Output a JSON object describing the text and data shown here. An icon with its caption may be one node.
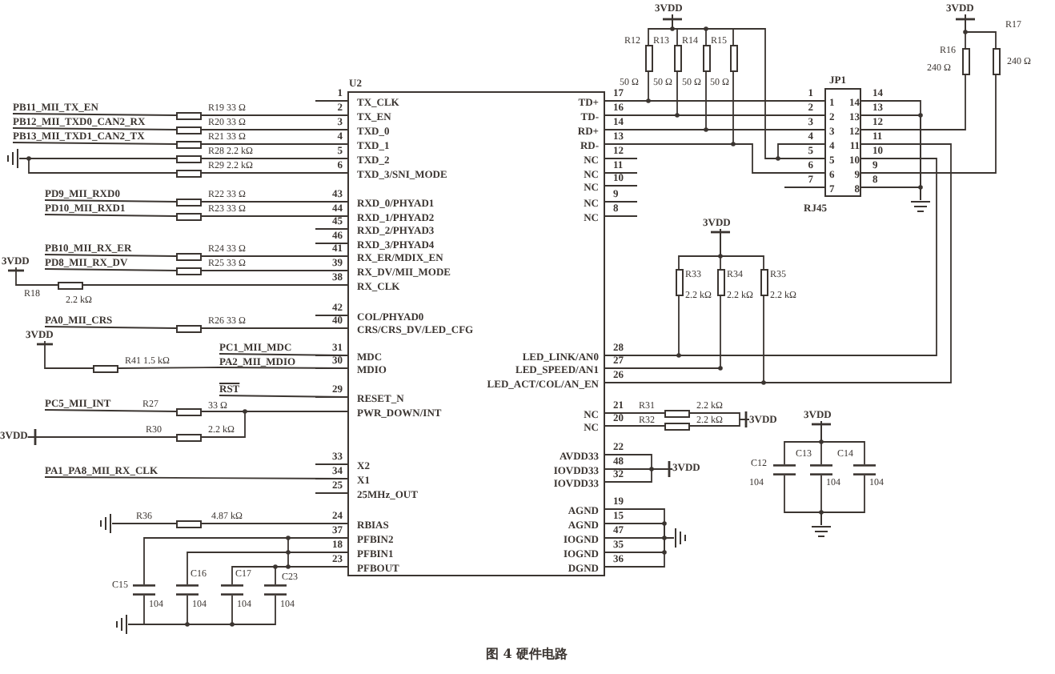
{
  "diagram": {
    "caption": "图 4 硬件电路",
    "nodes": [
      {
        "text": [
          "U2",
          "TX_CLK",
          "TX_EN",
          "TXD_0",
          "TXD_1",
          "TXD_2",
          "TXD_3/SNI_MODE",
          "RXD_0/PHYAD1",
          "RXD_1/PHYAD2",
          "RXD_2/PHYAD3",
          "RXD_3/PHYAD4",
          "RX_ER/MDIX_EN",
          "RX_DV/MII_MODE",
          "RX_CLK",
          "COL/PHYAD0",
          "CRS/CRS_DV/LED_CFG",
          "MDC",
          "MDIO",
          "RESET_N",
          "PWR_DOWN/INT",
          "X2",
          "X1",
          "25MHz_OUT",
          "RBIAS",
          "PFBIN2",
          "PFBIN1",
          "PFBOUT",
          "TD+",
          "TD-",
          "RD+",
          "RD-",
          "NC",
          "NC",
          "NC",
          "NC",
          "NC",
          "LED_LINK/AN0",
          "LED_SPEED/AN1",
          "LED_ACT/COL/AN_EN",
          "NC",
          "NC",
          "AVDD33",
          "IOVDD33",
          "IOVDD33",
          "AGND",
          "AGND",
          "IOGND",
          "IOGND",
          "DGND"
        ]
      },
      {
        "text": [
          "JP1",
          "1",
          "2",
          "3",
          "4",
          "5",
          "6",
          "7",
          "14",
          "13",
          "12",
          "11",
          "10",
          "9",
          "8",
          "RJ45"
        ]
      },
      {
        "text": [
          "PB11_MII_TX_EN"
        ]
      },
      {
        "text": [
          "PB12_MII_TXD0_CAN2_RX"
        ]
      },
      {
        "text": [
          "PB13_MII_TXD1_CAN2_TX"
        ]
      },
      {
        "text": [
          "PD9_MII_RXD0"
        ]
      },
      {
        "text": [
          "PD10_MII_RXD1"
        ]
      },
      {
        "text": [
          "PB10_MII_RX_ER"
        ]
      },
      {
        "text": [
          "PD8_MII_RX_DV"
        ]
      },
      {
        "text": [
          "PA0_MII_CRS"
        ]
      },
      {
        "text": [
          "PC1_MII_MDC"
        ]
      },
      {
        "text": [
          "PA2_MII_MDIO"
        ]
      },
      {
        "text": [
          "RST"
        ]
      },
      {
        "text": [
          "PC5_MII_INT"
        ]
      },
      {
        "text": [
          "PA1_PA8_MII_RX_CLK"
        ]
      },
      {
        "text": [
          "3VDD"
        ]
      },
      {
        "text": [
          "3VDD"
        ]
      },
      {
        "text": [
          "3VDD"
        ]
      },
      {
        "text": [
          "3VDD"
        ]
      },
      {
        "text": [
          "3VDD"
        ]
      },
      {
        "text": [
          "3VDD"
        ]
      },
      {
        "text": [
          "3VDD"
        ]
      },
      {
        "text": [
          "3VDD"
        ]
      },
      {
        "text": [
          "3VDD"
        ]
      },
      {
        "text": [],
        "shape": "resistor",
        "beside": [
          "R19 33 Ω"
        ]
      },
      {
        "text": [],
        "shape": "resistor",
        "beside": [
          "R20 33 Ω"
        ]
      },
      {
        "text": [],
        "shape": "resistor",
        "beside": [
          "R21 33 Ω"
        ]
      },
      {
        "text": [],
        "shape": "resistor",
        "beside": [
          "R28 2.2 kΩ"
        ]
      },
      {
        "text": [],
        "shape": "resistor",
        "beside": [
          "R29 2.2 kΩ"
        ]
      },
      {
        "text": [],
        "shape": "resistor",
        "beside": [
          "R22 33 Ω"
        ]
      },
      {
        "text": [],
        "shape": "resistor",
        "beside": [
          "R23 33 Ω"
        ]
      },
      {
        "text": [],
        "shape": "resistor",
        "beside": [
          "R24 33 Ω"
        ]
      },
      {
        "text": [],
        "shape": "resistor",
        "beside": [
          "R25 33 Ω"
        ]
      },
      {
        "text": [],
        "shape": "resistor",
        "beside": [
          "R18",
          "2.2 kΩ"
        ]
      },
      {
        "text": [],
        "shape": "resistor",
        "beside": [
          "R26 33 Ω"
        ]
      },
      {
        "text": [],
        "shape": "resistor",
        "beside": [
          "R41 1.5 kΩ"
        ]
      },
      {
        "text": [],
        "shape": "resistor",
        "beside": [
          "R27",
          "33 Ω"
        ]
      },
      {
        "text": [],
        "shape": "resistor",
        "beside": [
          "R30",
          "2.2 kΩ"
        ]
      },
      {
        "text": [],
        "shape": "resistor",
        "beside": [
          "R36",
          "4.87 kΩ"
        ]
      },
      {
        "text": [],
        "shape": "resistor",
        "beside": [
          "R12",
          "50 Ω"
        ]
      },
      {
        "text": [],
        "shape": "resistor",
        "beside": [
          "R13",
          "50 Ω"
        ]
      },
      {
        "text": [],
        "shape": "resistor",
        "beside": [
          "R14",
          "50 Ω"
        ]
      },
      {
        "text": [],
        "shape": "resistor",
        "beside": [
          "R15",
          "50 Ω"
        ]
      },
      {
        "text": [],
        "shape": "resistor",
        "beside": [
          "R16",
          "240 Ω"
        ]
      },
      {
        "text": [],
        "shape": "resistor",
        "beside": [
          "R17",
          "240 Ω"
        ]
      },
      {
        "text": [],
        "shape": "resistor",
        "beside": [
          "R33",
          "2.2 kΩ"
        ]
      },
      {
        "text": [],
        "shape": "resistor",
        "beside": [
          "R34",
          "2.2 kΩ"
        ]
      },
      {
        "text": [],
        "shape": "resistor",
        "beside": [
          "R35",
          "2.2 kΩ"
        ]
      },
      {
        "text": [],
        "shape": "resistor",
        "beside": [
          "R31",
          "2.2 kΩ"
        ]
      },
      {
        "text": [],
        "shape": "resistor",
        "beside": [
          "R32",
          "2.2 kΩ"
        ]
      },
      {
        "text": [],
        "shape": "capacitor",
        "beside": [
          "C15",
          "104"
        ]
      },
      {
        "text": [],
        "shape": "capacitor",
        "beside": [
          "C16",
          "104"
        ]
      },
      {
        "text": [],
        "shape": "capacitor",
        "beside": [
          "C17",
          "104"
        ]
      },
      {
        "text": [],
        "shape": "capacitor",
        "beside": [
          "C23",
          "104"
        ]
      },
      {
        "text": [],
        "shape": "capacitor",
        "beside": [
          "C12",
          "104"
        ]
      },
      {
        "text": [],
        "shape": "capacitor",
        "beside": [
          "C13",
          "104"
        ]
      },
      {
        "text": [],
        "shape": "capacitor",
        "beside": [
          "C14",
          "104"
        ]
      },
      {
        "text": [],
        "shape": "ground"
      },
      {
        "text": [],
        "shape": "ground"
      },
      {
        "text": [],
        "shape": "ground"
      },
      {
        "text": [],
        "shape": "ground"
      },
      {
        "text": [],
        "shape": "ground"
      },
      {
        "text": [],
        "shape": "ground"
      }
    ],
    "edges": [
      {
        "from": 2,
        "to": 24,
        "arrow": "none"
      },
      {
        "from": 24,
        "to": 0,
        "arrow": "none"
      },
      {
        "from": 3,
        "to": 25,
        "arrow": "none"
      },
      {
        "from": 25,
        "to": 0,
        "arrow": "none"
      },
      {
        "from": 4,
        "to": 26,
        "arrow": "none"
      },
      {
        "from": 26,
        "to": 0,
        "arrow": "none"
      },
      {
        "from": 57,
        "to": 27,
        "arrow": "none"
      },
      {
        "from": 57,
        "to": 28,
        "arrow": "none"
      },
      {
        "from": 27,
        "to": 0,
        "arrow": "none"
      },
      {
        "from": 28,
        "to": 0,
        "arrow": "none"
      },
      {
        "from": 5,
        "to": 29,
        "arrow": "none"
      },
      {
        "from": 29,
        "to": 0,
        "arrow": "none"
      },
      {
        "from": 6,
        "to": 30,
        "arrow": "none"
      },
      {
        "from": 30,
        "to": 0,
        "arrow": "none"
      },
      {
        "from": 7,
        "to": 31,
        "arrow": "none"
      },
      {
        "from": 31,
        "to": 0,
        "arrow": "none"
      },
      {
        "from": 8,
        "to": 32,
        "arrow": "none"
      },
      {
        "from": 32,
        "to": 0,
        "arrow": "none"
      },
      {
        "from": 15,
        "to": 33,
        "arrow": "none"
      },
      {
        "from": 33,
        "to": 0,
        "arrow": "none"
      },
      {
        "from": 9,
        "to": 34,
        "arrow": "none"
      },
      {
        "from": 34,
        "to": 0,
        "arrow": "none"
      },
      {
        "from": 10,
        "to": 0,
        "arrow": "none"
      },
      {
        "from": 11,
        "to": 0,
        "arrow": "none"
      },
      {
        "from": 16,
        "to": 35,
        "arrow": "none"
      },
      {
        "from": 35,
        "to": 11,
        "arrow": "none"
      },
      {
        "from": 12,
        "to": 0,
        "arrow": "none"
      },
      {
        "from": 13,
        "to": 36,
        "arrow": "none"
      },
      {
        "from": 36,
        "to": 0,
        "arrow": "none"
      },
      {
        "from": 17,
        "to": 37,
        "arrow": "none"
      },
      {
        "from": 37,
        "to": 0,
        "arrow": "none"
      },
      {
        "from": 14,
        "to": 0,
        "arrow": "none"
      },
      {
        "from": 58,
        "to": 38,
        "arrow": "none"
      },
      {
        "from": 38,
        "to": 0,
        "arrow": "none"
      },
      {
        "from": 0,
        "to": 50,
        "arrow": "none"
      },
      {
        "from": 0,
        "to": 51,
        "arrow": "none"
      },
      {
        "from": 0,
        "to": 52,
        "arrow": "none"
      },
      {
        "from": 0,
        "to": 53,
        "arrow": "none"
      },
      {
        "from": 50,
        "to": 59,
        "arrow": "none"
      },
      {
        "from": 51,
        "to": 59,
        "arrow": "none"
      },
      {
        "from": 52,
        "to": 59,
        "arrow": "none"
      },
      {
        "from": 53,
        "to": 59,
        "arrow": "none"
      },
      {
        "from": 0,
        "to": 39,
        "arrow": "none"
      },
      {
        "from": 0,
        "to": 40,
        "arrow": "none"
      },
      {
        "from": 0,
        "to": 41,
        "arrow": "none"
      },
      {
        "from": 0,
        "to": 42,
        "arrow": "none"
      },
      {
        "from": 0,
        "to": 1,
        "arrow": "none"
      },
      {
        "from": 0,
        "to": 1,
        "arrow": "none"
      },
      {
        "from": 0,
        "to": 1,
        "arrow": "none"
      },
      {
        "from": 0,
        "to": 1,
        "arrow": "none"
      },
      {
        "from": 18,
        "to": 39,
        "arrow": "none"
      },
      {
        "from": 18,
        "to": 40,
        "arrow": "none"
      },
      {
        "from": 18,
        "to": 41,
        "arrow": "none"
      },
      {
        "from": 18,
        "to": 42,
        "arrow": "none"
      },
      {
        "from": 18,
        "to": 1,
        "arrow": "none"
      },
      {
        "from": 19,
        "to": 43,
        "arrow": "none"
      },
      {
        "from": 19,
        "to": 44,
        "arrow": "none"
      },
      {
        "from": 1,
        "to": 43,
        "arrow": "none"
      },
      {
        "from": 1,
        "to": 44,
        "arrow": "none"
      },
      {
        "from": 1,
        "to": 61,
        "arrow": "none"
      },
      {
        "from": 1,
        "to": 61,
        "arrow": "none"
      },
      {
        "from": 1,
        "to": 61,
        "arrow": "none"
      },
      {
        "from": 0,
        "to": 1,
        "arrow": "none"
      },
      {
        "from": 0,
        "to": 1,
        "arrow": "none"
      },
      {
        "from": 20,
        "to": 45,
        "arrow": "none"
      },
      {
        "from": 20,
        "to": 46,
        "arrow": "none"
      },
      {
        "from": 20,
        "to": 47,
        "arrow": "none"
      },
      {
        "from": 45,
        "to": 0,
        "arrow": "none"
      },
      {
        "from": 46,
        "to": 0,
        "arrow": "none"
      },
      {
        "from": 47,
        "to": 0,
        "arrow": "none"
      },
      {
        "from": 0,
        "to": 48,
        "arrow": "none"
      },
      {
        "from": 0,
        "to": 49,
        "arrow": "none"
      },
      {
        "from": 48,
        "to": 21,
        "arrow": "none"
      },
      {
        "from": 49,
        "to": 21,
        "arrow": "none"
      },
      {
        "from": 0,
        "to": 22,
        "arrow": "none"
      },
      {
        "from": 0,
        "to": 22,
        "arrow": "none"
      },
      {
        "from": 0,
        "to": 22,
        "arrow": "none"
      },
      {
        "from": 0,
        "to": 60,
        "arrow": "none"
      },
      {
        "from": 0,
        "to": 60,
        "arrow": "none"
      },
      {
        "from": 0,
        "to": 60,
        "arrow": "none"
      },
      {
        "from": 0,
        "to": 60,
        "arrow": "none"
      },
      {
        "from": 0,
        "to": 60,
        "arrow": "none"
      },
      {
        "from": 23,
        "to": 54,
        "arrow": "none"
      },
      {
        "from": 23,
        "to": 55,
        "arrow": "none"
      },
      {
        "from": 23,
        "to": 56,
        "arrow": "none"
      },
      {
        "from": 54,
        "to": 62,
        "arrow": "none"
      },
      {
        "from": 55,
        "to": 62,
        "arrow": "none"
      },
      {
        "from": 56,
        "to": 62,
        "arrow": "none"
      }
    ],
    "labels": [
      "1",
      "2",
      "3",
      "4",
      "5",
      "6",
      "43",
      "44",
      "45",
      "46",
      "41",
      "39",
      "38",
      "42",
      "40",
      "31",
      "30",
      "29",
      "33",
      "34",
      "25",
      "24",
      "37",
      "18",
      "23",
      "17",
      "16",
      "14",
      "13",
      "12",
      "11",
      "10",
      "9",
      "8",
      "28",
      "27",
      "26",
      "21",
      "20",
      "22",
      "48",
      "32",
      "19",
      "15",
      "47",
      "35",
      "36",
      "1",
      "2",
      "3",
      "4",
      "5",
      "6",
      "7",
      "14",
      "13",
      "12",
      "11",
      "10",
      "9",
      "8"
    ]
  }
}
